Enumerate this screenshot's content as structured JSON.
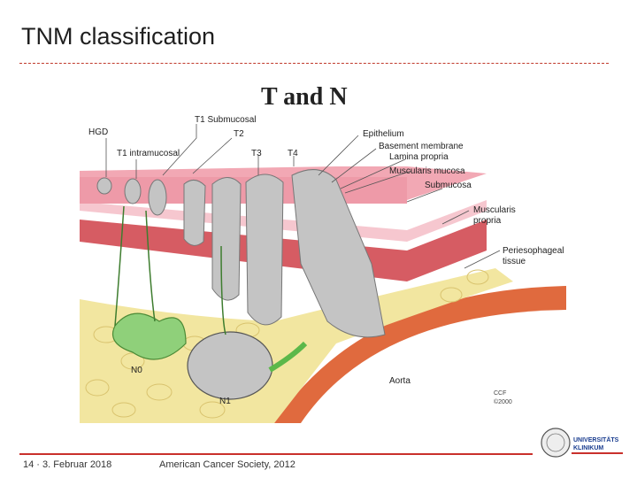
{
  "slide": {
    "title": "TNM classification"
  },
  "figure": {
    "heading": "T and N",
    "labels": {
      "hgd": "HGD",
      "t1_intramucosal": "T1 intramucosal",
      "t1_submucosal": "T1 Submucosal",
      "t2": "T2",
      "t3": "T3",
      "t4": "T4",
      "epithelium": "Epithelium",
      "basement_membrane": "Basement membrane",
      "lamina_propria": "Lamina propria",
      "muscularis_mucosa": "Muscularis mucosa",
      "submucosa": "Submucosa",
      "muscularis_propria_1": "Muscularis",
      "muscularis_propria_2": "propria",
      "periesophageal_1": "Periesophageal",
      "periesophageal_2": "tissue",
      "n0": "N0",
      "n1": "N1",
      "aorta": "Aorta",
      "copyright_1": "CCF",
      "copyright_2": "©2000"
    }
  },
  "footer": {
    "page": "14 · 3. Februar 2018",
    "source": "American Cancer Society, 2012",
    "logo_text_1": "UNIVERSITÄTS",
    "logo_text_2": "KLINIKUM"
  },
  "colors": {
    "accent": "#c9302c",
    "tumor": "#b9b9b9",
    "node_healthy": "#8fd07a",
    "aorta": "#d9532b",
    "fat": "#f2e6a0",
    "mucosa": "#f2a8b4"
  }
}
